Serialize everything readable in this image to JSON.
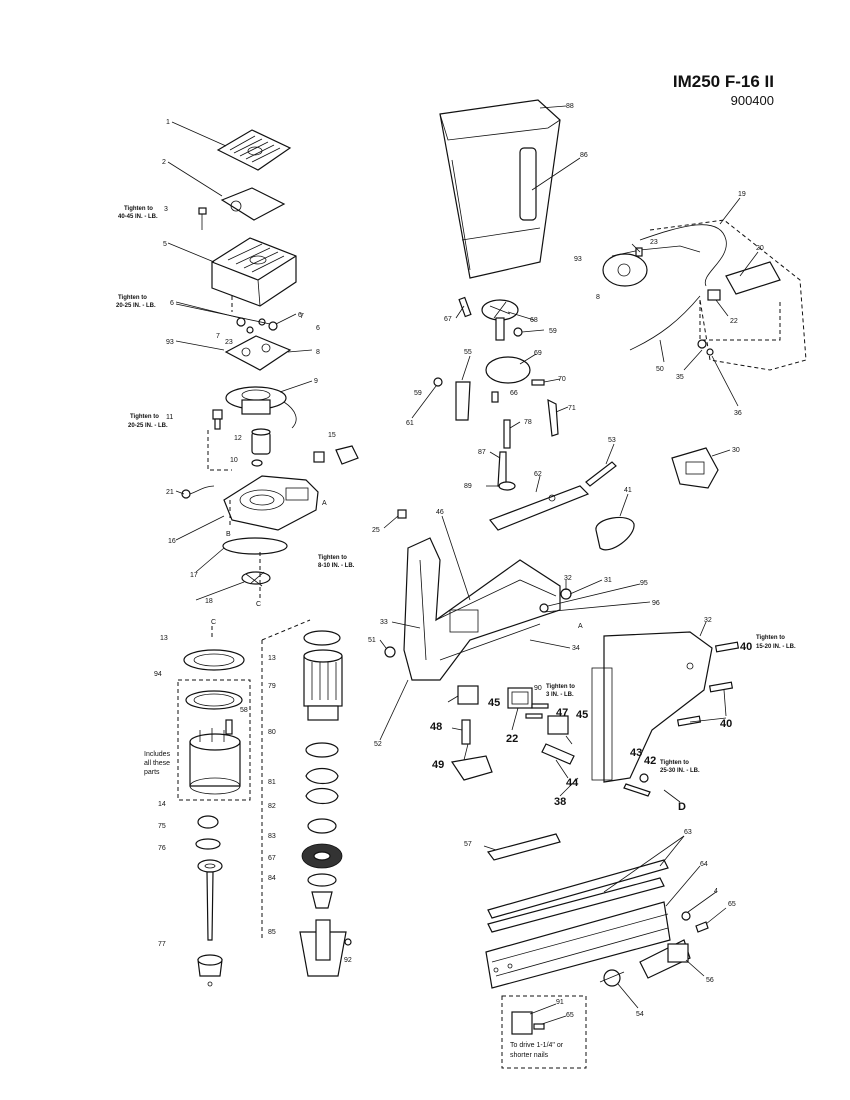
{
  "header": {
    "title": "IM250 F-16 II",
    "doc_number": "900400"
  },
  "part_labels": [
    "1",
    "2",
    "3",
    "5",
    "6",
    "6",
    "7",
    "7",
    "6",
    "93",
    "23",
    "8",
    "9",
    "11",
    "12",
    "15",
    "10",
    "21",
    "16",
    "17",
    "18",
    "13",
    "94",
    "58",
    "14",
    "75",
    "76",
    "77",
    "13",
    "79",
    "80",
    "81",
    "82",
    "83",
    "67",
    "84",
    "85",
    "92",
    "88",
    "86",
    "19",
    "20",
    "23",
    "93",
    "8",
    "22",
    "50",
    "35",
    "36",
    "67",
    "68",
    "59",
    "55",
    "69",
    "59",
    "61",
    "66",
    "70",
    "71",
    "87",
    "78",
    "89",
    "62",
    "53",
    "41",
    "30",
    "25",
    "46",
    "32",
    "31",
    "95",
    "96",
    "33",
    "51",
    "34",
    "32",
    "40",
    "40",
    "90",
    "47",
    "45",
    "48",
    "22",
    "45",
    "49",
    "44",
    "43",
    "42",
    "38",
    "52",
    "57",
    "63",
    "64",
    "4",
    "65",
    "56",
    "54",
    "91",
    "65"
  ],
  "big_labels": [
    "40",
    "40",
    "47",
    "45",
    "48",
    "22",
    "45",
    "49",
    "44",
    "43",
    "42",
    "38"
  ],
  "torque_notes": [
    "Tighten to",
    "40-45 IN. - LB.",
    "Tighten to",
    "20-25 IN. - LB.",
    "Tighten to",
    "20-25 IN. - LB.",
    "Tighten to",
    "8-10 IN. - LB.",
    "Tighten to",
    "15-20 IN. - LB.",
    "Tighten to",
    "3 IN. - LB.",
    "Tighten to",
    "25-30 IN. - LB."
  ],
  "reference_letters": [
    "A",
    "B",
    "C",
    "C",
    "A",
    "D"
  ],
  "kit_note": [
    "Includes",
    "all these",
    "parts"
  ],
  "nail_note": [
    "To drive 1-1/4\" or",
    "shorter nails"
  ]
}
